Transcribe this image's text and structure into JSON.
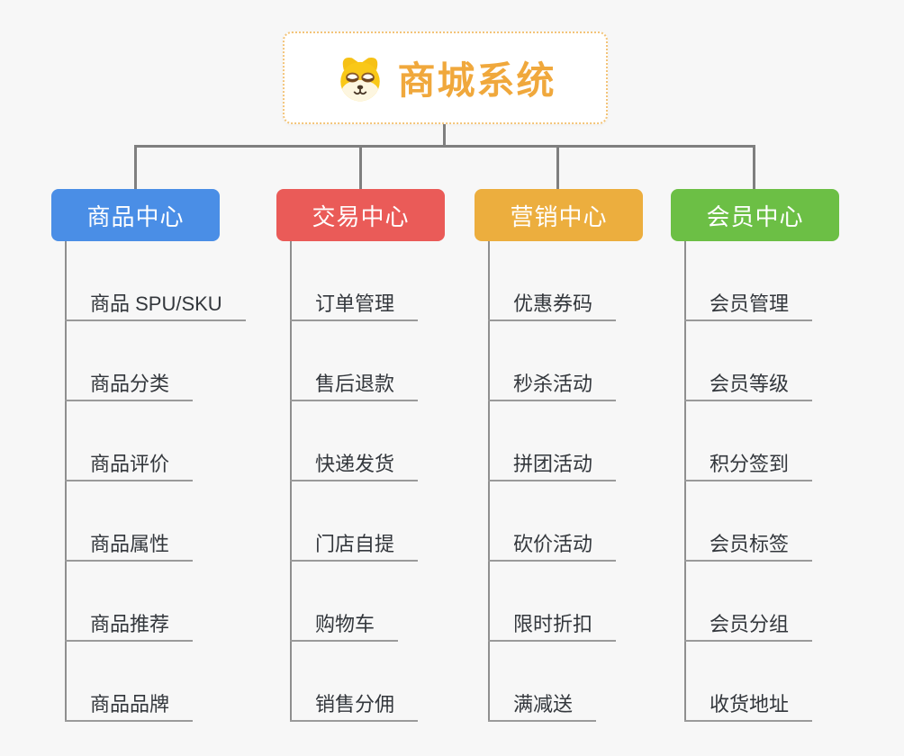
{
  "root": {
    "title": "商城系统",
    "icon": "shiba-dog-icon"
  },
  "branches": [
    {
      "label": "商品中心",
      "color": "#4a8ee6",
      "items": [
        "商品 SPU/SKU",
        "商品分类",
        "商品评价",
        "商品属性",
        "商品推荐",
        "商品品牌"
      ]
    },
    {
      "label": "交易中心",
      "color": "#ea5b58",
      "items": [
        "订单管理",
        "售后退款",
        "快递发货",
        "门店自提",
        "购物车",
        "销售分佣"
      ]
    },
    {
      "label": "营销中心",
      "color": "#ecae3e",
      "items": [
        "优惠券码",
        "秒杀活动",
        "拼团活动",
        "砍价活动",
        "限时折扣",
        "满减送"
      ]
    },
    {
      "label": "会员中心",
      "color": "#6cbf45",
      "items": [
        "会员管理",
        "会员等级",
        "积分签到",
        "会员标签",
        "会员分组",
        "收货地址"
      ]
    }
  ],
  "colors": {
    "background": "#f7f7f7",
    "connector": "#7f7f7f",
    "leaf_line": "#9a9a9a",
    "leaf_text": "#33373c",
    "root_border": "#f3c479",
    "root_text": "#f0a83c"
  }
}
